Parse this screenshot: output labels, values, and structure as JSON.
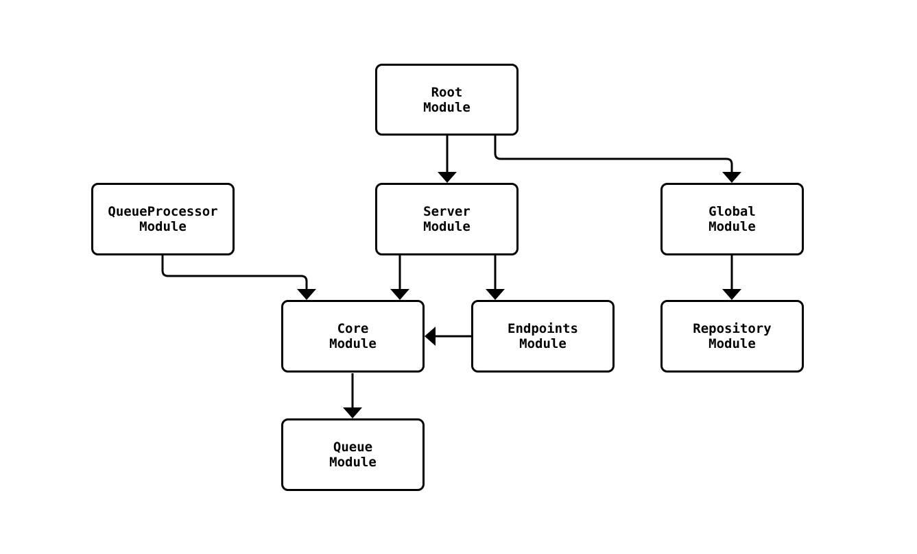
{
  "colors": {
    "background": "#ffffff",
    "line": "#000000",
    "node_border": "#000000",
    "node_fill": "#ffffff",
    "text": "#000000"
  },
  "nodes": [
    {
      "id": "root",
      "line1": "Root",
      "line2": "Module"
    },
    {
      "id": "queueprocessor",
      "line1": "QueueProcessor",
      "line2": "Module"
    },
    {
      "id": "server",
      "line1": "Server",
      "line2": "Module"
    },
    {
      "id": "global",
      "line1": "Global",
      "line2": "Module"
    },
    {
      "id": "core",
      "line1": "Core",
      "line2": "Module"
    },
    {
      "id": "endpoints",
      "line1": "Endpoints",
      "line2": "Module"
    },
    {
      "id": "repository",
      "line1": "Repository",
      "line2": "Module"
    },
    {
      "id": "queue",
      "line1": "Queue",
      "line2": "Module"
    }
  ],
  "edges": [
    {
      "from": "Root Module",
      "to": "Server Module"
    },
    {
      "from": "Root Module",
      "to": "Global Module"
    },
    {
      "from": "QueueProcessor Module",
      "to": "Core Module"
    },
    {
      "from": "Server Module",
      "to": "Core Module"
    },
    {
      "from": "Server Module",
      "to": "Endpoints Module"
    },
    {
      "from": "Global Module",
      "to": "Repository Module"
    },
    {
      "from": "Endpoints Module",
      "to": "Core Module"
    },
    {
      "from": "Core Module",
      "to": "Queue Module"
    }
  ]
}
